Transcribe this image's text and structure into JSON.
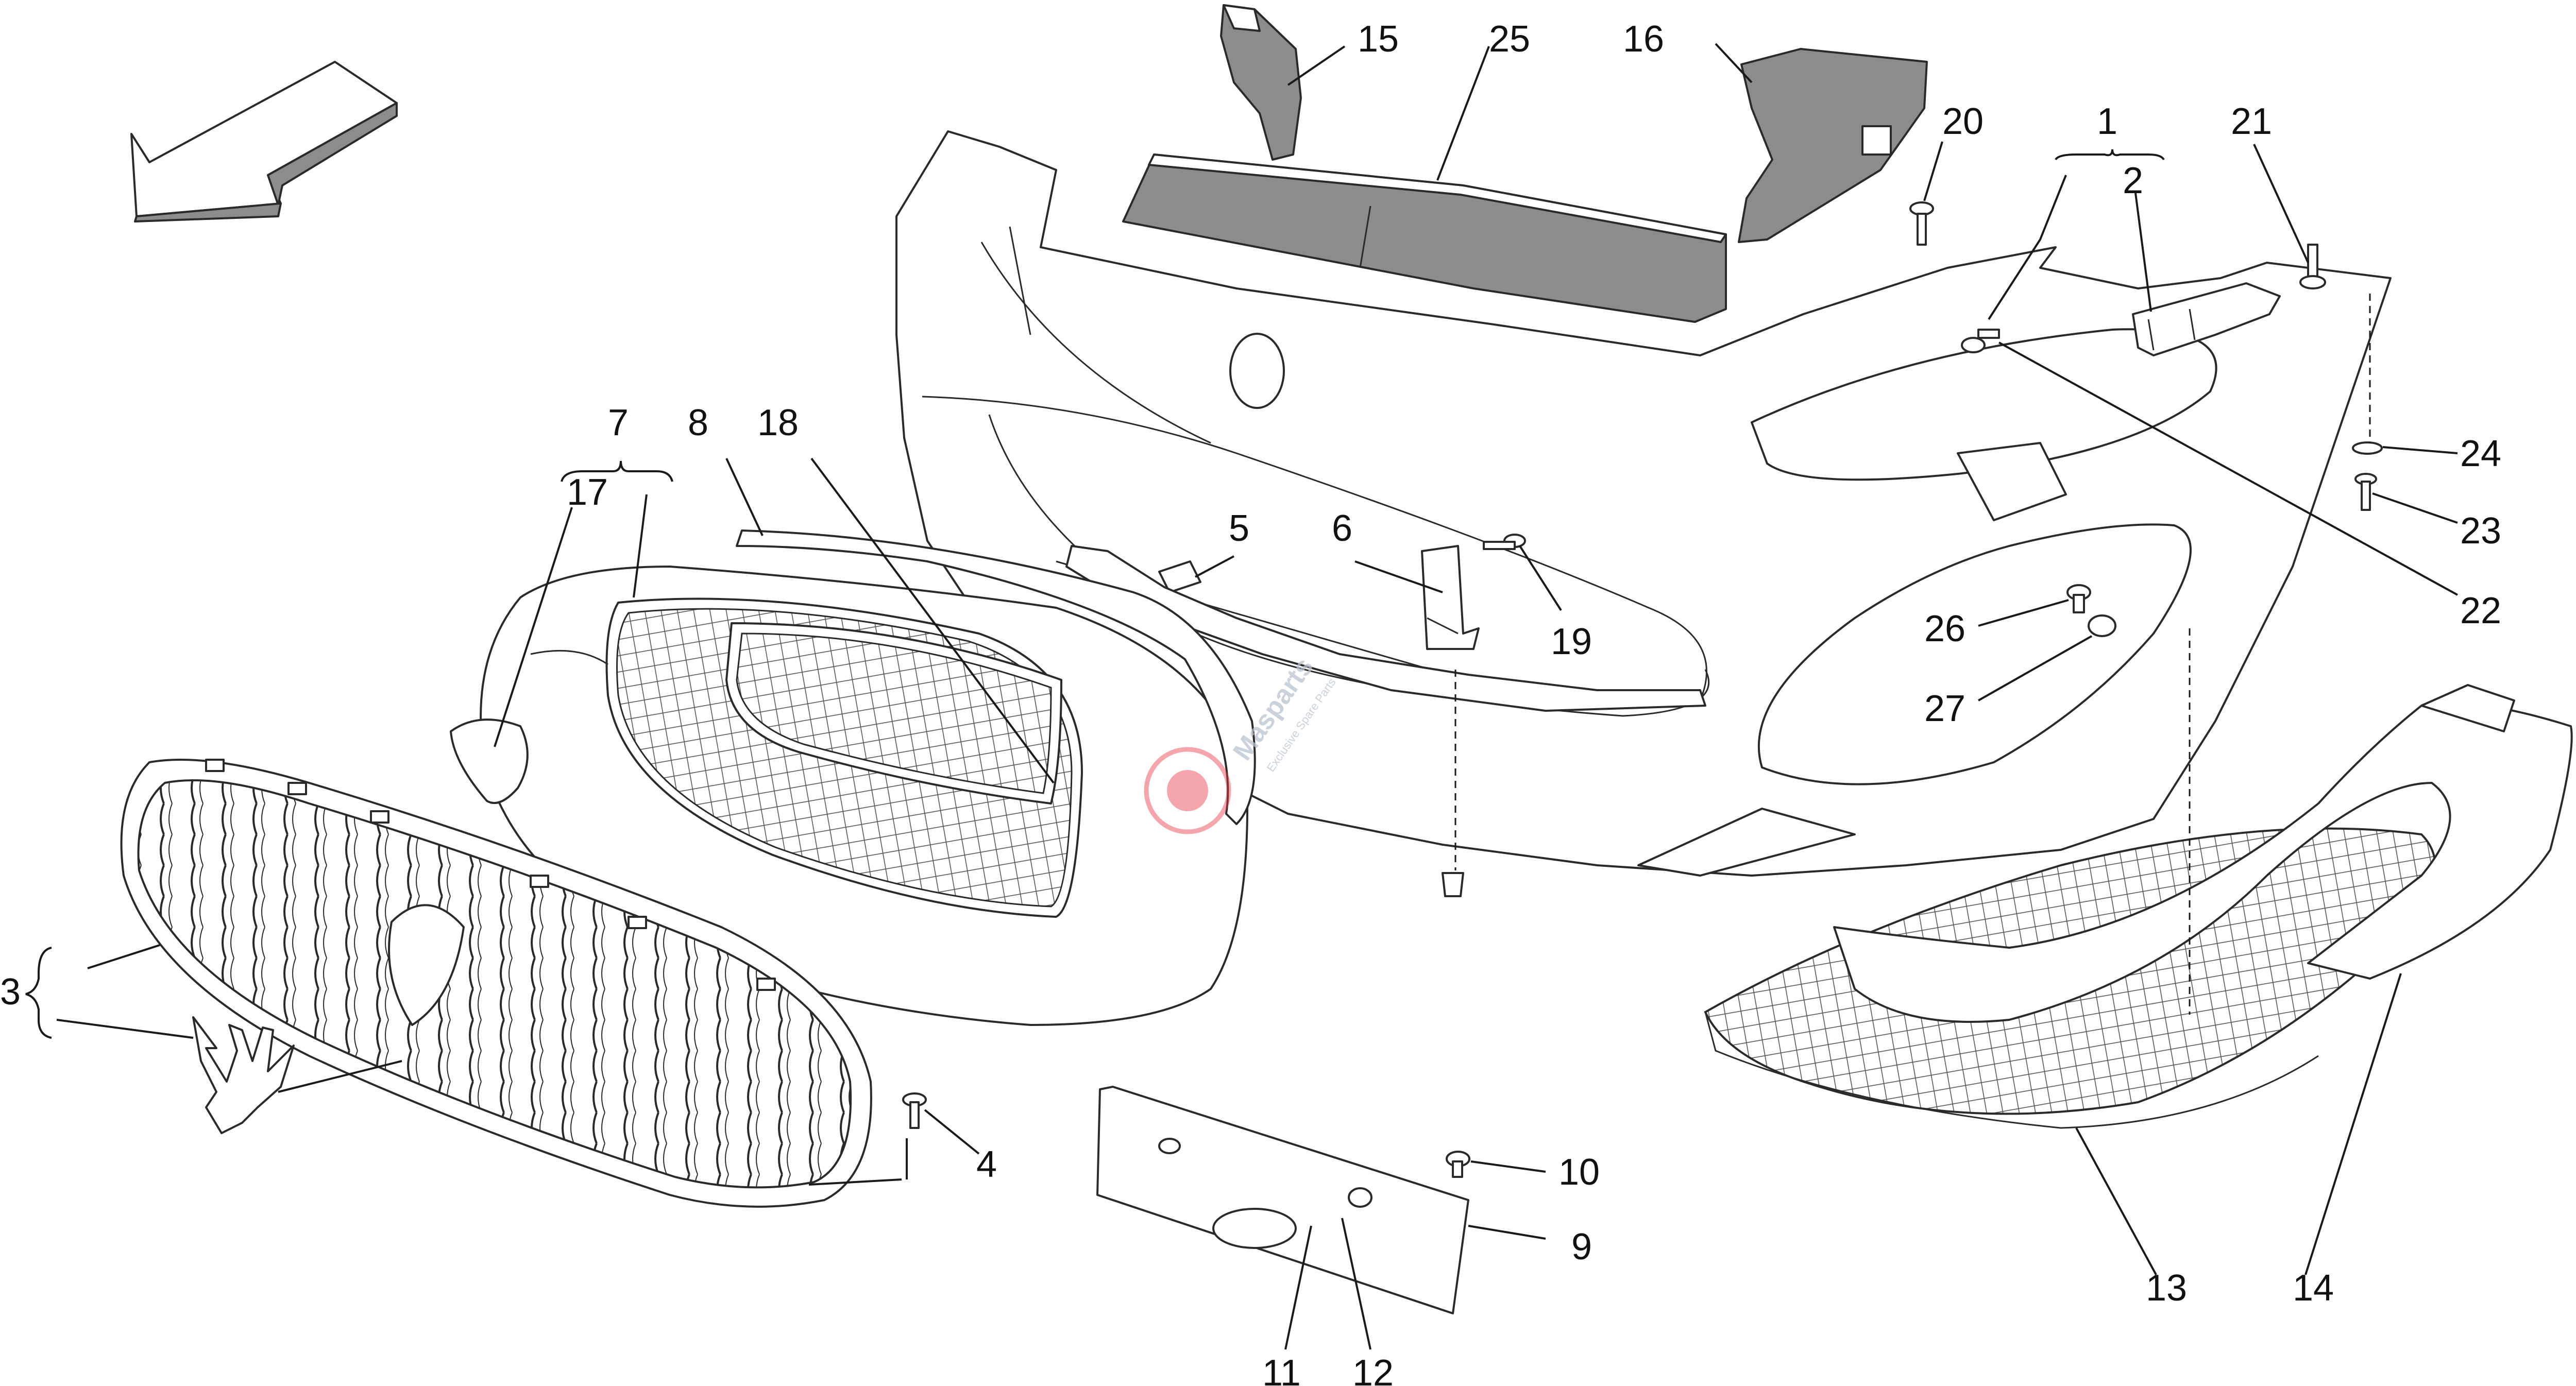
{
  "callouts": {
    "c1": "1",
    "c2": "2",
    "c3": "3",
    "c4": "4",
    "c5": "5",
    "c6": "6",
    "c7": "7",
    "c8": "8",
    "c9": "9",
    "c10": "10",
    "c11": "11",
    "c12": "12",
    "c13": "13",
    "c14": "14",
    "c15": "15",
    "c16": "16",
    "c17": "17",
    "c18": "18",
    "c19": "19",
    "c20": "20",
    "c21": "21",
    "c22": "22",
    "c23": "23",
    "c24": "24",
    "c25": "25",
    "c26": "26",
    "c27": "27"
  },
  "watermark": {
    "brand": "Masparts",
    "tagline": "Exclusive Spare Parts",
    "logo_color": "#e63946"
  },
  "colors": {
    "line": "#2a2a2a",
    "shaded_part": "#8c8c8c",
    "background": "#ffffff"
  }
}
